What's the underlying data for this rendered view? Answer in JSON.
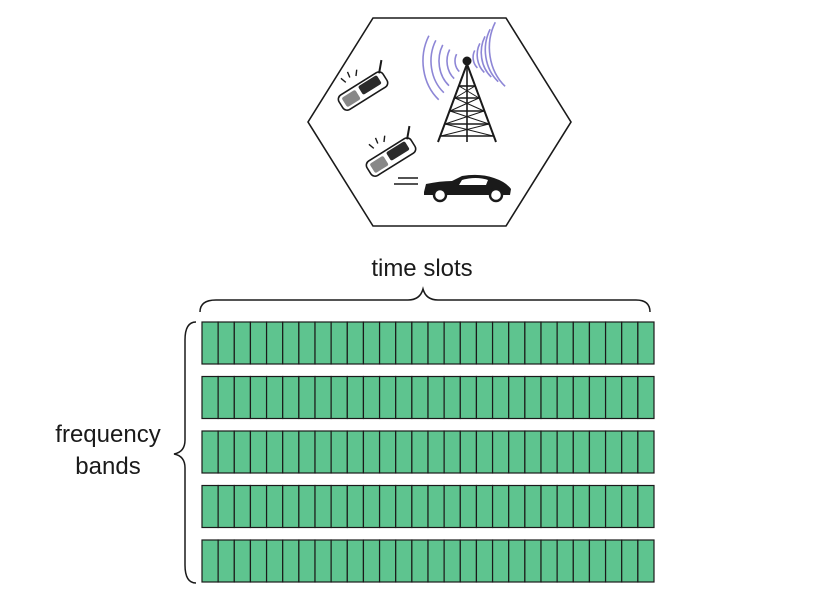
{
  "labels": {
    "time_axis": "time slots",
    "frequency_axis_line1": "frequency",
    "frequency_axis_line2": "bands"
  },
  "cell_illustration": {
    "icons": [
      "cell-tower-icon",
      "mobile-phone-icon",
      "mobile-phone-icon",
      "car-icon"
    ]
  },
  "grid": {
    "bands": 5,
    "slots_per_band": 28
  },
  "colors": {
    "slot_fill": "#5ec48f",
    "slot_stroke": "#1a1a1a",
    "signal_waves": "#8d86d6"
  }
}
